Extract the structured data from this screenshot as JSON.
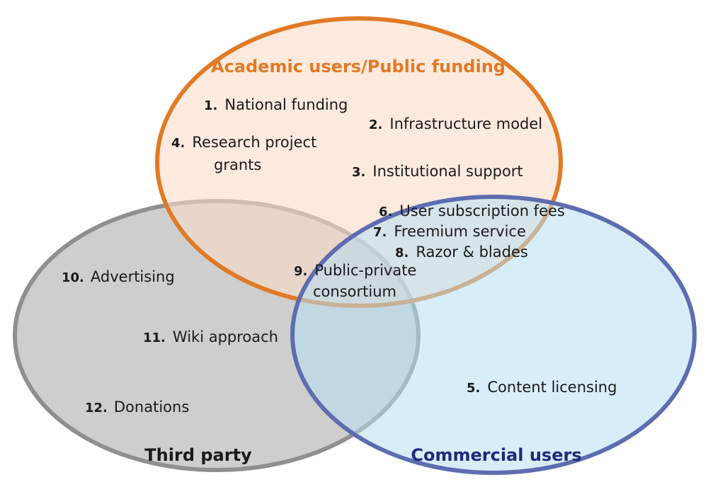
{
  "sets": {
    "academic": {
      "title": "Academic users/Public funding",
      "color": "#e07a26",
      "fill": "#f9dcc7"
    },
    "third_party": {
      "title": "Third party",
      "color": "#8f8f8f",
      "fill": "#bdbdbd"
    },
    "commercial": {
      "title": "Commercial users",
      "color": "#5c6db0",
      "fill": "#b7def2",
      "title_color": "#1f2a7a"
    }
  },
  "items": [
    {
      "num": "1.",
      "label": "National funding"
    },
    {
      "num": "2.",
      "label": "Infrastructure model"
    },
    {
      "num": "3.",
      "label": "Institutional support"
    },
    {
      "num": "4.",
      "label": "Research project",
      "label2": "grants"
    },
    {
      "num": "5.",
      "label": "Content licensing"
    },
    {
      "num": "6.",
      "label": "User subscription fees"
    },
    {
      "num": "7.",
      "label": "Freemium service"
    },
    {
      "num": "8.",
      "label": "Razor & blades"
    },
    {
      "num": "9.",
      "label": "Public-private",
      "label2": "consortium"
    },
    {
      "num": "10.",
      "label": "Advertising"
    },
    {
      "num": "11.",
      "label": "Wiki approach"
    },
    {
      "num": "12.",
      "label": "Donations"
    }
  ]
}
